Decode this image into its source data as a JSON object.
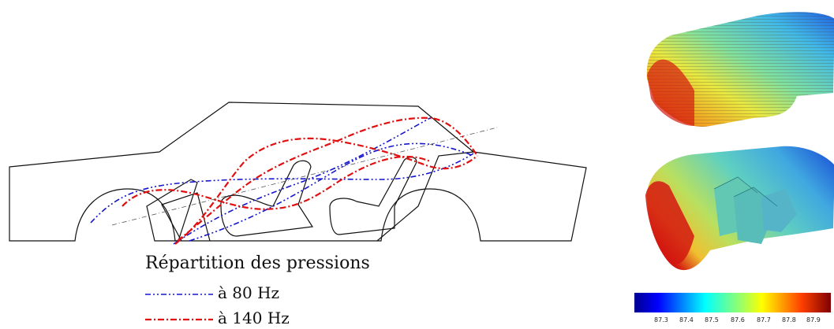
{
  "legend": {
    "title": "Répartition des pressions",
    "items": [
      {
        "label": "à 80 Hz",
        "color": "#1515cc"
      },
      {
        "label": "à 140 Hz",
        "color": "#e01010"
      }
    ]
  },
  "colorbar": {
    "ticks": [
      "87.3",
      "87.4",
      "87.5",
      "87.6",
      "87.7",
      "87.8",
      "87.9"
    ]
  }
}
